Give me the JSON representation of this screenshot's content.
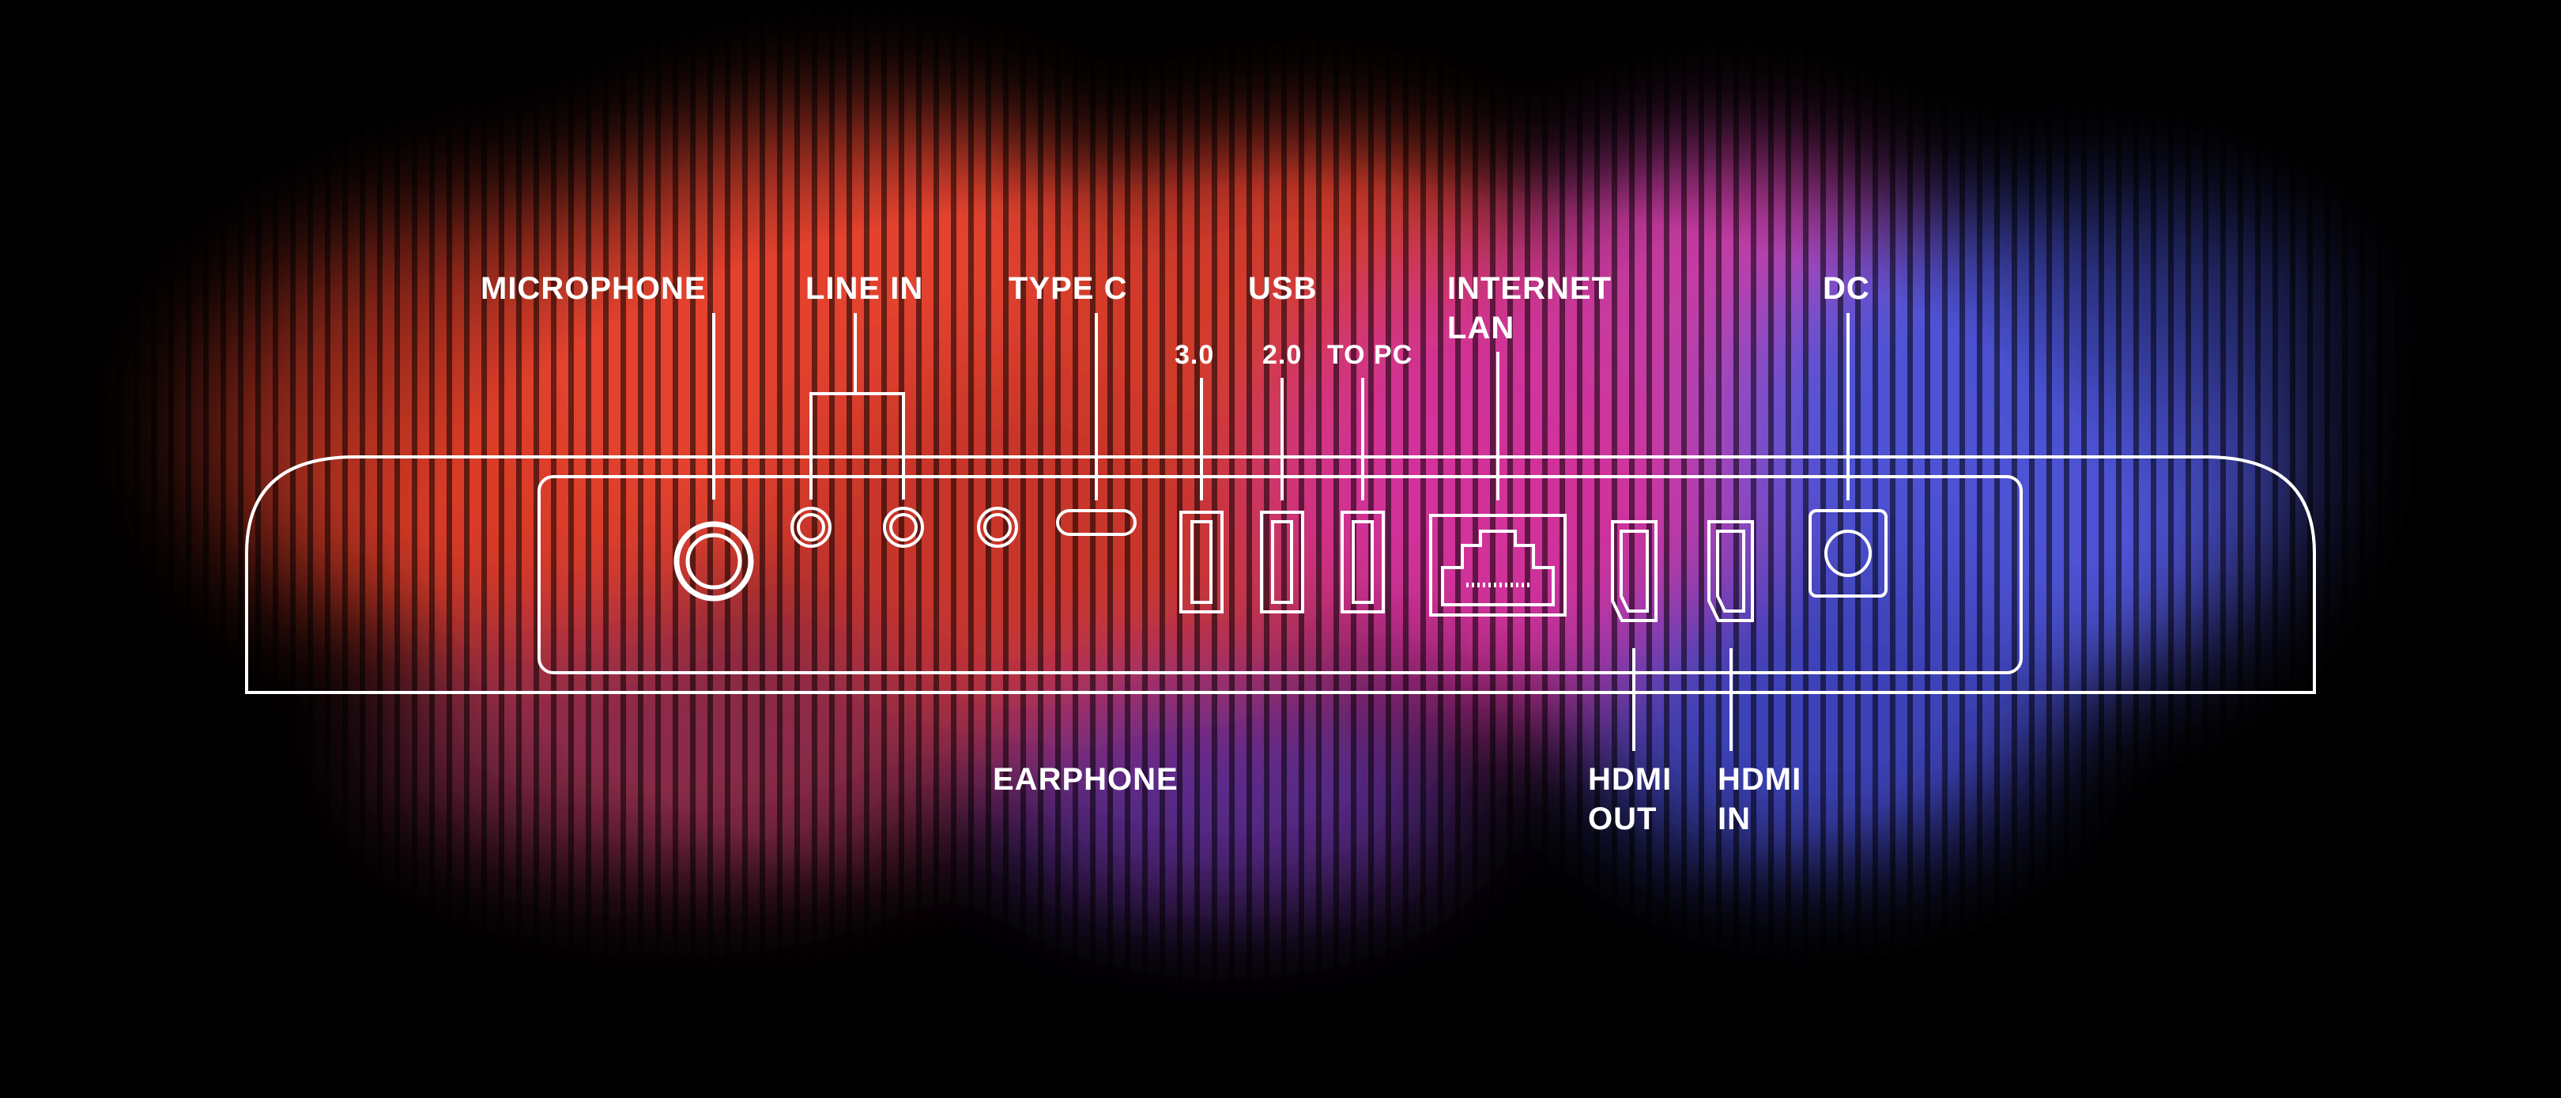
{
  "labels": {
    "microphone": "MICROPHONE",
    "line_in": "LINE IN",
    "type_c": "TYPE C",
    "usb": "USB",
    "usb_30": "3.0",
    "usb_20": "2.0",
    "usb_to_pc": "TO PC",
    "internet": "INTERNET",
    "lan": "LAN",
    "dc": "DC",
    "earphone": "EARPHONE",
    "hdmi_out_1": "HDMI",
    "hdmi_out_2": "OUT",
    "hdmi_in_1": "HDMI",
    "hdmi_in_2": "IN"
  },
  "colors": {
    "background": "#000000",
    "line": "#ffffff",
    "glow_red": "#e8402e",
    "glow_magenta": "#d8309a",
    "glow_blue": "#4a4fd0"
  }
}
